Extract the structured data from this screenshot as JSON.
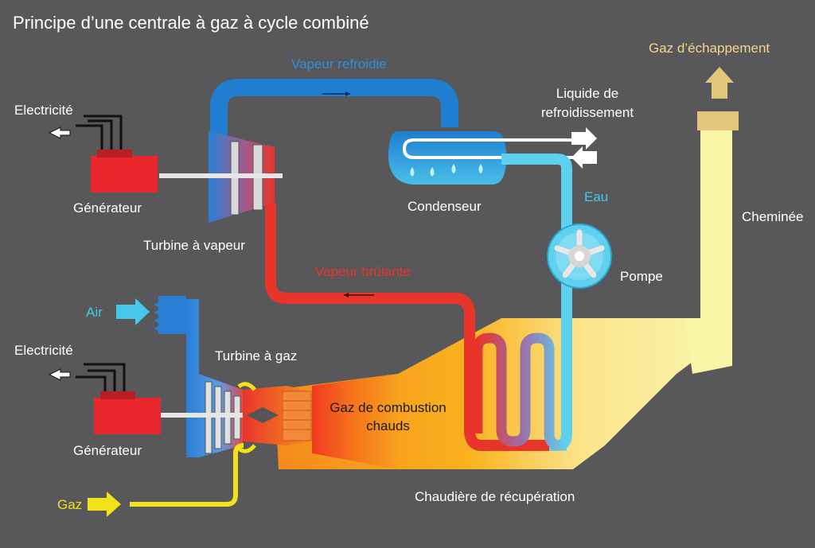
{
  "title": "Principe d’une centrale à gaz à cycle combiné",
  "colors": {
    "background": "#58585a",
    "cold_steam": "#1f7ed0",
    "hot_steam": "#e8342a",
    "water": "#5fd0ee",
    "hot_gas": "#f5a21a",
    "chimney": "#f8f4a8",
    "generator": "#e8262c",
    "gas_line": "#f2e21a",
    "air_arrow": "#45c8ea",
    "exhaust_label": "#f5d58c"
  },
  "labels": {
    "vapeur_refroidie": "Vapeur refroidie",
    "vapeur_brulante": "Vapeur brûlante",
    "gaz_echappement": "Gaz d’échappement",
    "liquide_refroidissement_1": "Liquide de",
    "liquide_refroidissement_2": "refroidissement",
    "electricite_top": "Electricité",
    "electricite_bottom": "Electricité",
    "generateur_top": "Générateur",
    "generateur_bottom": "Générateur",
    "turbine_vapeur": "Turbine à vapeur",
    "condenseur": "Condenseur",
    "eau": "Eau",
    "cheminee": "Cheminée",
    "pompe": "Pompe",
    "air": "Air",
    "turbine_gaz": "Turbine à gaz",
    "gaz_combustion_1": "Gaz de combustion",
    "gaz_combustion_2": "chauds",
    "gaz": "Gaz",
    "chaudiere": "Chaudière de récupération"
  }
}
